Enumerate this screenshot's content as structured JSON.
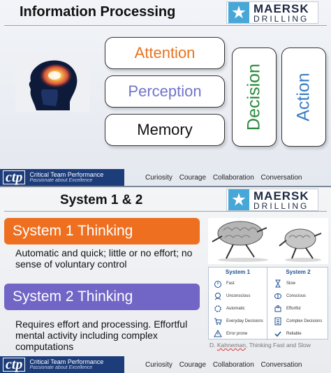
{
  "colors": {
    "attention": "#e8741f",
    "perception": "#7074c9",
    "decision": "#2a8a3b",
    "action": "#3b7fc4",
    "system1": "#ee6f1f",
    "system2": "#7165c6",
    "footer": "#1d3c7a",
    "logo_star": "#46a7d8"
  },
  "slide1": {
    "title": "Information Processing",
    "logo": {
      "icon": "maersk-star-icon",
      "line1": "MAERSK",
      "line2": "DRILLING"
    },
    "image": "brain-head-icon",
    "boxes": {
      "attention": "Attention",
      "perception": "Perception",
      "memory": "Memory",
      "decision": "Decision",
      "action": "Action"
    },
    "footer": {
      "ctp_logo": "ctp",
      "ctp_name": "Critical Team Performance",
      "ctp_tagline": "Passionate about Excellence",
      "values": [
        "Curiosity",
        "Courage",
        "Collaboration",
        "Conversation"
      ]
    }
  },
  "slide2": {
    "title": "System 1 & 2",
    "logo": {
      "icon": "maersk-star-icon",
      "line1": "MAERSK",
      "line2": "DRILLING"
    },
    "system1": {
      "title": "System 1 Thinking",
      "desc": "Automatic and quick; little or no effort; no sense of voluntary control"
    },
    "system2": {
      "title": "System 2 Thinking",
      "desc": "Requires effort and processing. Effortful mental activity including complex computations"
    },
    "image": "running-brains-icon",
    "table": {
      "col1": {
        "header": "System 1",
        "rows": [
          "Fast",
          "Unconscious",
          "Automatic",
          "Everyday Decisions",
          "Error prone"
        ]
      },
      "col2": {
        "header": "System 2",
        "rows": [
          "Slow",
          "Conscious",
          "Effortful",
          "Complex Decisions",
          "Reliable"
        ]
      }
    },
    "citation": {
      "prefix": "D. ",
      "name": "Kahneman",
      "suffix": ", Thinking Fast and Slow"
    },
    "footer": {
      "ctp_logo": "ctp",
      "ctp_name": "Critical Team Performance",
      "ctp_tagline": "Passionate about Excellence",
      "values": [
        "Curiosity",
        "Courage",
        "Collaboration",
        "Conversation"
      ]
    }
  }
}
